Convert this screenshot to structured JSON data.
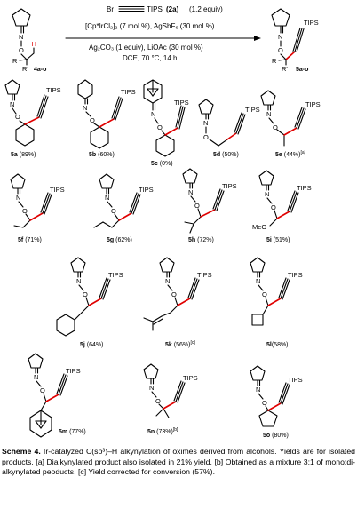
{
  "reaction": {
    "reagent": "Br",
    "reagent_tips": "TIPS",
    "reagent_id": "(2a)",
    "reagent_equiv": "(1.2 equiv)",
    "line1": "[Cp*IrCl₂]₂ (7 mol %), AgSbF₆ (30 mol %)",
    "line2": "Ag₂CO₃ (1 equiv), LiOAc (30 mol %)",
    "line3": "DCE, 70 °C, 14 h",
    "substrate_label": "4a-o",
    "product_label": "5a-o",
    "atom_N": "N",
    "atom_O": "O",
    "atom_H": "H",
    "atom_R": "R",
    "atom_Rp": "R'",
    "tips": "TIPS"
  },
  "compounds": [
    {
      "id": "5a",
      "yield": "(89%)",
      "note": ""
    },
    {
      "id": "5b",
      "yield": "(60%)",
      "note": ""
    },
    {
      "id": "5c",
      "yield": "(0%)",
      "note": ""
    },
    {
      "id": "5d",
      "yield": "(50%)",
      "note": ""
    },
    {
      "id": "5e",
      "yield": "(44%)",
      "note": "[a]"
    },
    {
      "id": "5f",
      "yield": "(71%)",
      "note": ""
    },
    {
      "id": "5g",
      "yield": "(62%)",
      "note": ""
    },
    {
      "id": "5h",
      "yield": "(72%)",
      "note": ""
    },
    {
      "id": "5i",
      "yield": "(51%)",
      "note": ""
    },
    {
      "id": "5j",
      "yield": "(64%)",
      "note": ""
    },
    {
      "id": "5k",
      "yield": "(56%)",
      "note": "[c]"
    },
    {
      "id": "5l",
      "yield": "(58%)",
      "note": ""
    },
    {
      "id": "5m",
      "yield": "(77%)",
      "note": ""
    },
    {
      "id": "5n",
      "yield": "(73%)",
      "note": "[b]"
    },
    {
      "id": "5o",
      "yield": "(80%)",
      "note": ""
    }
  ],
  "labels": {
    "meo": "MeO"
  },
  "caption": {
    "title": "Scheme 4.",
    "text": " Ir-catalyzed C(sp³)–H alkynylation of oximes derived from alcohols. Yields are for isolated products. [a] Dialkynylated product also isolated in 21% yield. [b] Obtained as a mixture 3:1 of mono:di-alkynylated peoducts. [c] Yield corrected for conversion (57%)."
  }
}
